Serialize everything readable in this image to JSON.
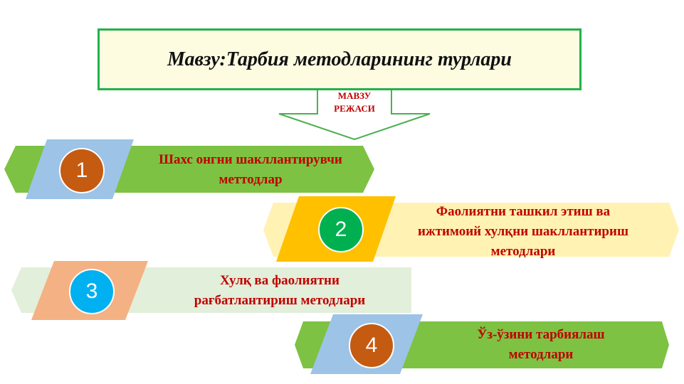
{
  "title": "Мавзу:Тарбия методларининг турлари",
  "arrow_label_line1": "МАВЗУ",
  "arrow_label_line2": "РЕЖАСИ",
  "items": [
    {
      "number": "1",
      "line1": "Шахс онгни шакллантирувчи",
      "line2": "меттодлар",
      "line3": ""
    },
    {
      "number": "2",
      "line1": "Фаолиятни ташкил этиш ва",
      "line2": "ижтимоий хулқни шакллантириш",
      "line3": "методлари"
    },
    {
      "number": "3",
      "line1": "Хулқ ва фаолиятни",
      "line2": "рағбатлантириш методлари",
      "line3": ""
    },
    {
      "number": "4",
      "line1": "Ўз-ўзини тарбиялаш",
      "line2": "методлари",
      "line3": ""
    }
  ],
  "colors": {
    "green": "#7dc242",
    "blue_tab": "#9dc3e6",
    "yellow_band": "#fff2b3",
    "yellow_tab": "#ffc000",
    "light_green_band": "#e2efda",
    "peach_tab": "#f4b183",
    "orange_circle": "#c55a11",
    "green_circle": "#00b050",
    "cyan_circle": "#00b0f0",
    "text_red": "#c00000",
    "title_border": "#22b14c"
  }
}
